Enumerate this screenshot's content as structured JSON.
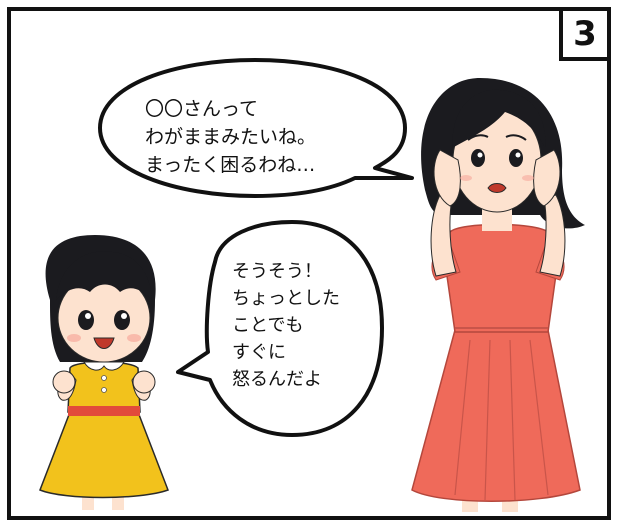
{
  "panel": {
    "number": "3"
  },
  "bubbles": {
    "mother": {
      "lines": [
        "〇〇さんって",
        "わがままみたいね。",
        "まったく困るわね…"
      ]
    },
    "girl": {
      "lines": [
        "そうそう！",
        "ちょっとした",
        "ことでも",
        "すぐに",
        "怒るんだよ"
      ]
    }
  },
  "characters": {
    "girl": {
      "dress_color": "#f2c21c",
      "belt_color": "#e24a3b"
    },
    "mother": {
      "dress_color": "#ef6a5a",
      "expression": "worried"
    }
  },
  "colors": {
    "border": "#111111",
    "hair": "#1b1b1f",
    "skin": "#fde2cf"
  }
}
